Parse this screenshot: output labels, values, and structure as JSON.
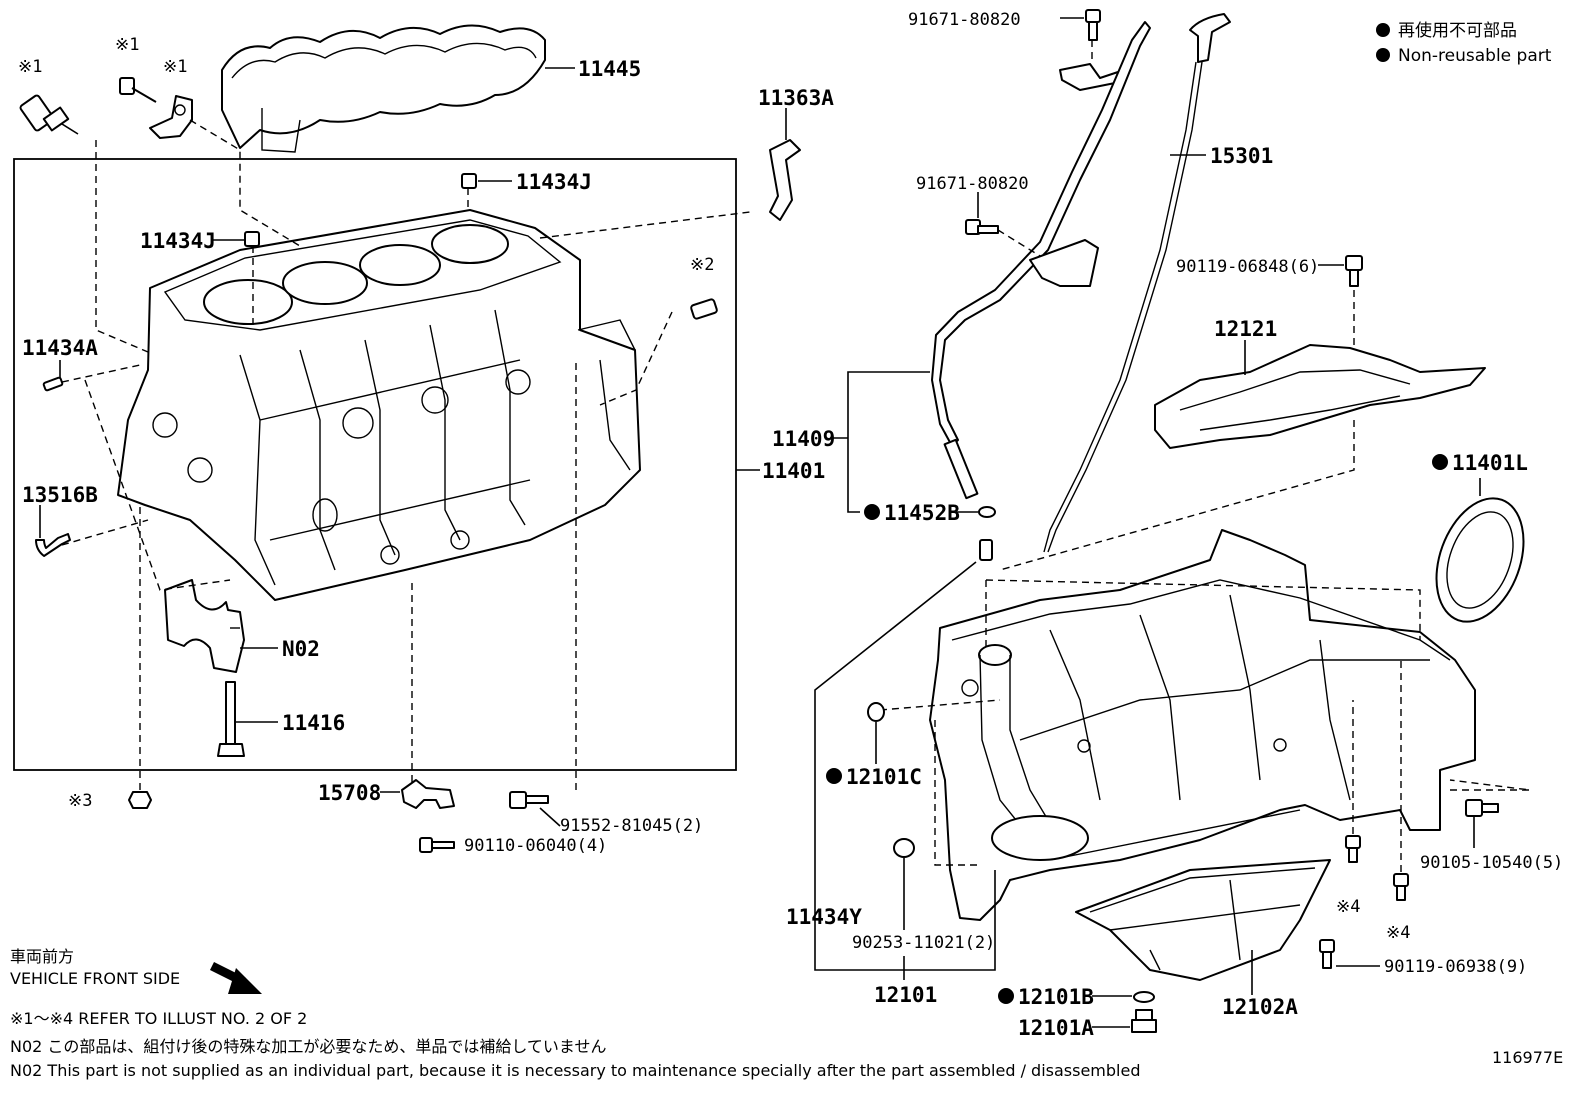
{
  "legend": {
    "bullet_color": "#000000",
    "jp": "再使用不可部品",
    "en": "Non-reusable part"
  },
  "parts": {
    "p11445": "11445",
    "p11363A": "11363A",
    "p11434J_top": "11434J",
    "p11434J_left": "11434J",
    "p11434A": "11434A",
    "p13516B": "13516B",
    "p11401": "11401",
    "pN02": "N02",
    "p11416": "11416",
    "p15708": "15708",
    "p91552": "91552-81045(2)",
    "p90110": "90110-06040(4)",
    "p91671_top": "91671-80820",
    "p91671_mid": "91671-80820",
    "p15301": "15301",
    "p90119_06848": "90119-06848(6)",
    "p12121": "12121",
    "p11409": "11409",
    "p11452B": "11452B",
    "p11401L": "11401L",
    "p12101C": "12101C",
    "p11434Y": "11434Y",
    "p90253": "90253-11021(2)",
    "p12101": "12101",
    "p12101B": "12101B",
    "p12101A": "12101A",
    "p12102A": "12102A",
    "p90119_06938": "90119-06938(9)",
    "p90105": "90105-10540(5)",
    "ref1a": "※1",
    "ref1b": "※1",
    "ref1c": "※1",
    "ref2": "※2",
    "ref3": "※3",
    "ref4a": "※4",
    "ref4b": "※4"
  },
  "notes": {
    "front_jp": "車両前方",
    "front_en": "VEHICLE FRONT SIDE",
    "refer": "※1～※4  REFER TO ILLUST NO. 2 OF 2",
    "n02_jp": "N02  この部品は、組付け後の特殊な加工が必要なため、単品では補給していません",
    "n02_en": "N02  This part is not supplied as an individual part, because it is necessary to maintenance specially after the part assembled / disassembled",
    "figure_id": "116977E"
  }
}
